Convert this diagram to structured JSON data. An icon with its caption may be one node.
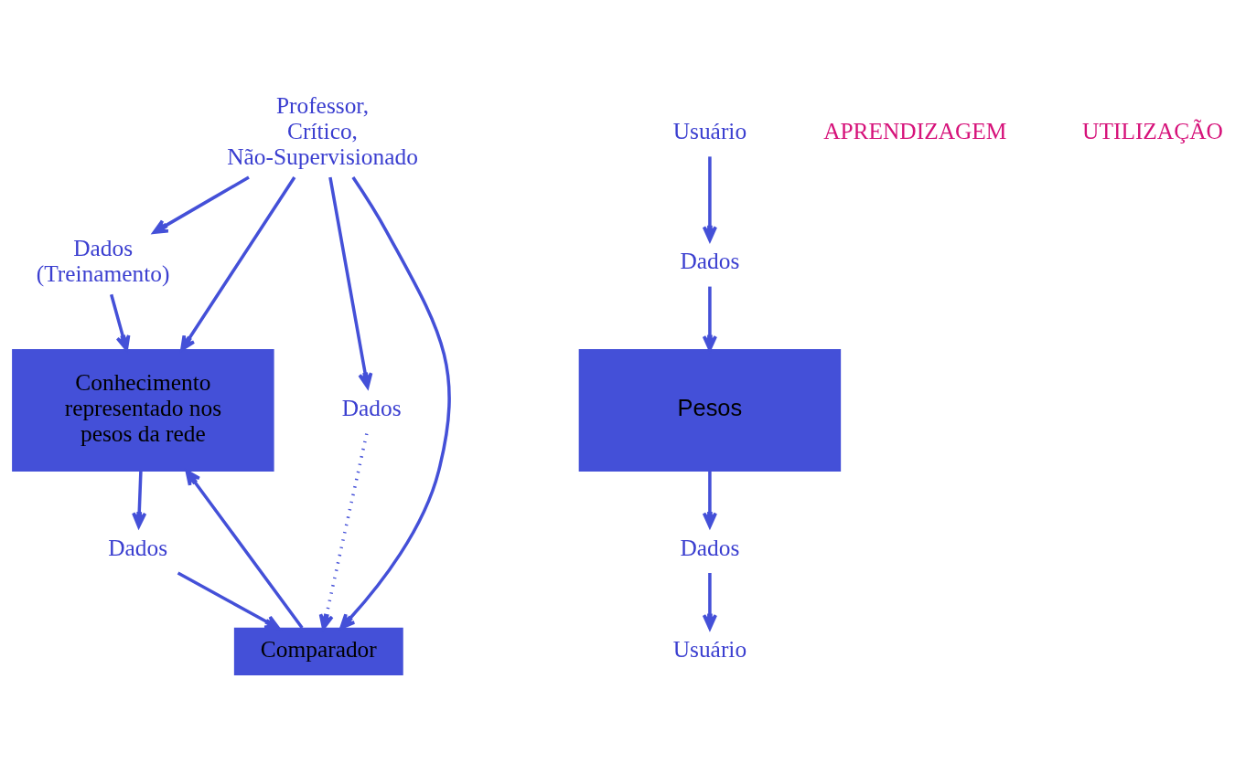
{
  "diagram": {
    "nodes": [
      {
        "text": [
          "Dados (Treinamento)"
        ]
      },
      {
        "text": [
          "Conhecimento representado nos pesos da rede"
        ]
      },
      {
        "text": [
          "Professor, Crítico, Não-Supervisionado"
        ]
      },
      {
        "text": [
          "Dados"
        ]
      },
      {
        "text": [
          "Dados"
        ]
      },
      {
        "text": [
          "Comparador"
        ]
      },
      {
        "text": [
          "Usuário"
        ]
      },
      {
        "text": [
          "Dados"
        ]
      },
      {
        "text": [
          "Pesos"
        ]
      },
      {
        "text": [
          "Dados"
        ]
      },
      {
        "text": [
          "Usuário"
        ]
      }
    ],
    "edges": [
      {
        "from": 2,
        "to": 0,
        "arrow": "to"
      },
      {
        "from": 0,
        "to": 1,
        "arrow": "to"
      },
      {
        "from": 2,
        "to": 1,
        "arrow": "to"
      },
      {
        "from": 2,
        "to": 3,
        "arrow": "to"
      },
      {
        "from": 1,
        "to": 4,
        "arrow": "to"
      },
      {
        "from": 3,
        "to": 5,
        "arrow": "to",
        "style": "dashed"
      },
      {
        "from": 4,
        "to": 5,
        "arrow": "to"
      },
      {
        "from": 2,
        "to": 5,
        "arrow": "to"
      },
      {
        "from": 5,
        "to": 1,
        "arrow": "to"
      },
      {
        "from": 6,
        "to": 7,
        "arrow": "to"
      },
      {
        "from": 7,
        "to": 8,
        "arrow": "to"
      },
      {
        "from": 8,
        "to": 9,
        "arrow": "to"
      },
      {
        "from": 9,
        "to": 10,
        "arrow": "to"
      }
    ],
    "labels": [
      "APRENDIZAGEM",
      "UTILIZAÇÃO"
    ]
  }
}
